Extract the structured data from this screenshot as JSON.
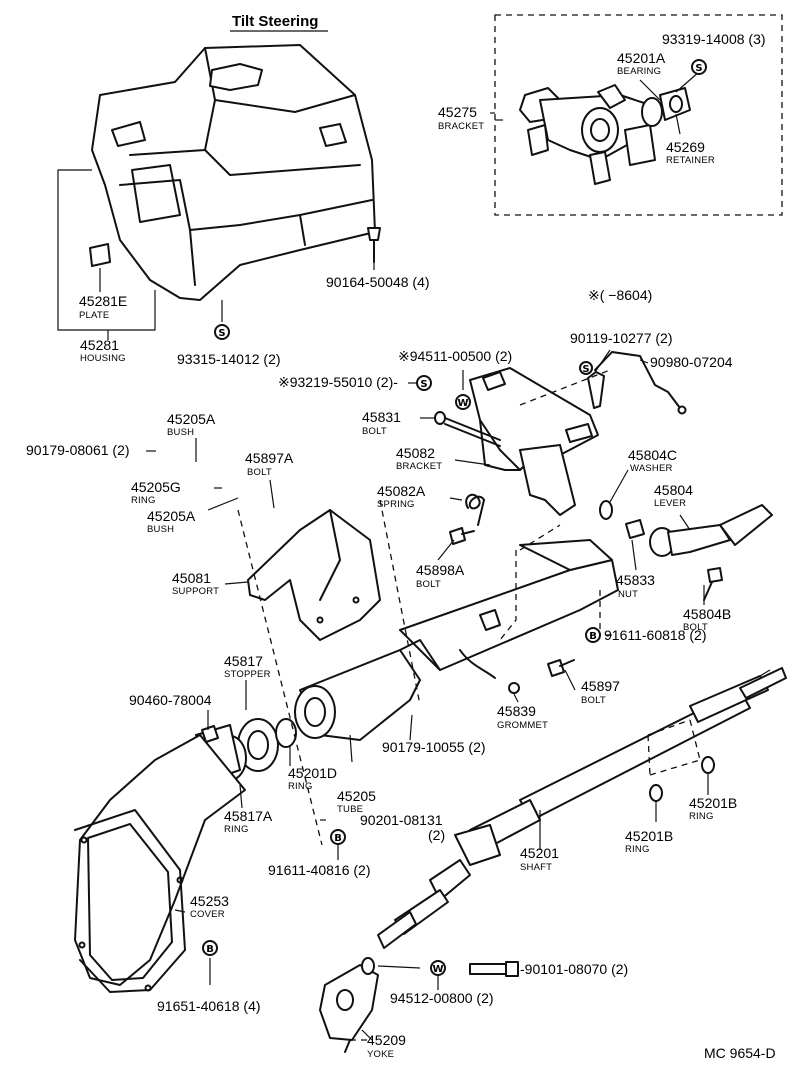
{
  "title": "Tilt Steering",
  "variant_note": "※(        −8604)",
  "drawing_code": "MC 9654-D",
  "symbols": {
    "s": "S",
    "w": "W",
    "b": "B"
  },
  "parts": {
    "p45281e": {
      "num": "45281E",
      "name": "PLATE"
    },
    "p45281": {
      "num": "45281",
      "name": "HOUSING"
    },
    "p93315": {
      "num": "93315-14012 (2)"
    },
    "p90164": {
      "num": "90164-50048 (4)"
    },
    "p45275": {
      "num": "45275",
      "name": "BRACKET"
    },
    "p93319": {
      "num": "93319-14008 (3)"
    },
    "p45201a": {
      "num": "45201A",
      "name": "BEARING"
    },
    "p45269": {
      "num": "45269",
      "name": "RETAINER"
    },
    "p90119": {
      "num": "90119-10277 (2)"
    },
    "p94511": {
      "num": "※94511-00500 (2)"
    },
    "p90980": {
      "num": "90980-07204"
    },
    "p93219": {
      "num": "※93219-55010 (2)-"
    },
    "p45831": {
      "num": "45831",
      "name": "BOLT"
    },
    "p45082": {
      "num": "45082",
      "name": "BRACKET"
    },
    "p45804c": {
      "num": "45804C",
      "name": "WASHER"
    },
    "p45205a1": {
      "num": "45205A",
      "name": "BUSH"
    },
    "p90179a": {
      "num": "90179-08061 (2)"
    },
    "p45897a": {
      "num": "45897A",
      "name": "BOLT"
    },
    "p45205g": {
      "num": "45205G",
      "name": "RING"
    },
    "p45205a2": {
      "num": "45205A",
      "name": "BUSH"
    },
    "p45082a": {
      "num": "45082A",
      "name": "SPRING"
    },
    "p45804": {
      "num": "45804",
      "name": "LEVER"
    },
    "p45081": {
      "num": "45081",
      "name": "SUPPORT"
    },
    "p45898a": {
      "num": "45898A",
      "name": "BOLT"
    },
    "p45833": {
      "num": "45833",
      "name": "NUT"
    },
    "p45804b": {
      "num": "45804B",
      "name": "BOLT"
    },
    "p91611a": {
      "num": "91611-60818 (2)"
    },
    "p45817": {
      "num": "45817",
      "name": "STOPPER"
    },
    "p45897": {
      "num": "45897",
      "name": "BOLT"
    },
    "p90460": {
      "num": "90460-78004"
    },
    "p45839": {
      "num": "45839",
      "name": "GROMMET"
    },
    "p90179b": {
      "num": "90179-10055 (2)"
    },
    "p45201d": {
      "num": "45201D",
      "name": "RING"
    },
    "p45205": {
      "num": "45205",
      "name": "TUBE"
    },
    "p45817a": {
      "num": "45817A",
      "name": "RING"
    },
    "p90201": {
      "num": "90201-08131"
    },
    "p90201q": {
      "num": "(2)"
    },
    "p45201b1": {
      "num": "45201B",
      "name": "RING"
    },
    "p45201b2": {
      "num": "45201B",
      "name": "RING"
    },
    "p91611b": {
      "num": "91611-40816 (2)"
    },
    "p45201": {
      "num": "45201",
      "name": "SHAFT"
    },
    "p45253": {
      "num": "45253",
      "name": "COVER"
    },
    "p91651": {
      "num": "91651-40618 (4)"
    },
    "p90101": {
      "num": "-90101-08070 (2)"
    },
    "p94512": {
      "num": "94512-00800 (2)"
    },
    "p45209": {
      "num": "45209",
      "name": "YOKE"
    }
  }
}
